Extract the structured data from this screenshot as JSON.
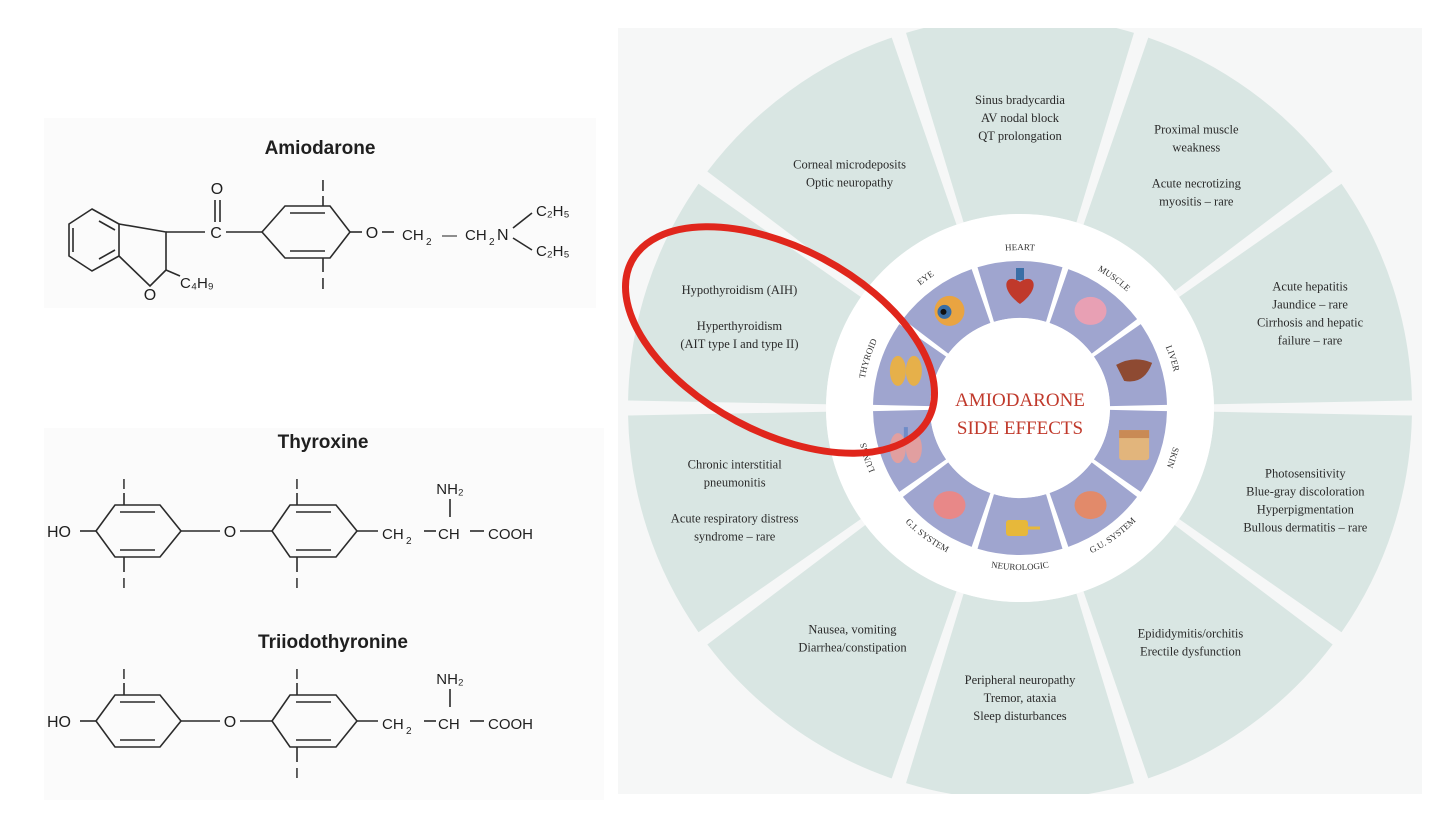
{
  "structures": {
    "amiodarone": {
      "title": "Amiodarone",
      "labels": {
        "o_ring": "O",
        "c4h9": "C₄H₉",
        "carbonyl_c": "C",
        "carbonyl_o": "O",
        "iodine_top": "I",
        "iodine_bottom": "I",
        "ether_o": "O",
        "ch2_a": "CH",
        "ch2_b": "CH",
        "n": "N",
        "et_top": "C₂H₅",
        "et_bot": "C₂H₅",
        "dash1": "—",
        "dash2": "—",
        "sub2a": "2",
        "sub2b": "2"
      }
    },
    "thyroxine": {
      "title": "Thyroxine",
      "labels": {
        "ho": "HO",
        "o": "O",
        "i1": "I",
        "i2": "I",
        "i3": "I",
        "i4": "I",
        "ch2": "CH",
        "sub2": "2",
        "ch": "CH",
        "cooh": "COOH",
        "nh2": "NH₂"
      }
    },
    "triiodothyronine": {
      "title": "Triiodothyronine",
      "labels": {
        "ho": "HO",
        "o": "O",
        "i1": "I",
        "i2": "I",
        "i3": "I",
        "ch2": "CH",
        "sub2": "2",
        "ch": "CH",
        "cooh": "COOH",
        "nh2": "NH₂"
      }
    }
  },
  "wheel": {
    "center_line1": "AMIODARONE",
    "center_line2": "SIDE EFFECTS",
    "colors": {
      "outer": "#d9e6e3",
      "inner": "#9fa5cf",
      "accent": "#c0392b",
      "highlight": "#e0261c"
    },
    "organs": [
      {
        "label": "HEART",
        "icon": "heart-icon"
      },
      {
        "label": "MUSCLE",
        "icon": "muscle-icon"
      },
      {
        "label": "LIVER",
        "icon": "liver-icon"
      },
      {
        "label": "SKIN",
        "icon": "skin-icon"
      },
      {
        "label": "G.U. SYSTEM",
        "icon": "kidney-icon"
      },
      {
        "label": "NEUROLOGIC",
        "icon": "nerve-icon"
      },
      {
        "label": "G.I. SYSTEM",
        "icon": "intestine-icon"
      },
      {
        "label": "LUNGS",
        "icon": "lungs-icon"
      },
      {
        "label": "THYROID",
        "icon": "thyroid-icon"
      },
      {
        "label": "EYE",
        "icon": "eye-icon"
      }
    ],
    "segments": [
      {
        "lines": [
          "Sinus bradycardia",
          "AV nodal block",
          "QT prolongation"
        ]
      },
      {
        "lines": [
          "Proximal muscle",
          "weakness",
          "",
          "Acute necrotizing",
          "myositis – rare"
        ]
      },
      {
        "lines": [
          "Acute hepatitis",
          "Jaundice – rare",
          "Cirrhosis and hepatic",
          "failure – rare"
        ]
      },
      {
        "lines": [
          "Photosensitivity",
          "Blue-gray discoloration",
          "Hyperpigmentation",
          "Bullous dermatitis – rare"
        ]
      },
      {
        "lines": [
          "Epididymitis/orchitis",
          "Erectile dysfunction"
        ]
      },
      {
        "lines": [
          "Peripheral neuropathy",
          "Tremor, ataxia",
          "Sleep disturbances"
        ]
      },
      {
        "lines": [
          "Nausea, vomiting",
          "Diarrhea/constipation"
        ]
      },
      {
        "lines": [
          "Chronic interstitial",
          "pneumonitis",
          "",
          "Acute respiratory distress",
          "syndrome – rare"
        ]
      },
      {
        "lines": [
          "Hypothyroidism (AIH)",
          "",
          "Hyperthyroidism",
          "(AIT type I and type II)"
        ]
      },
      {
        "lines": [
          "Corneal microdeposits",
          "Optic neuropathy"
        ]
      }
    ]
  }
}
